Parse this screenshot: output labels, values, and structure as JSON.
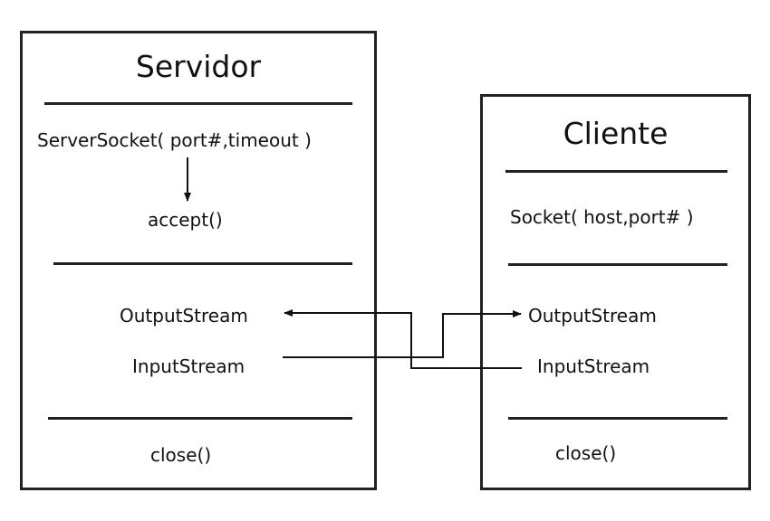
{
  "server": {
    "title": "Servidor",
    "constructor": "ServerSocket( port#,timeout )",
    "accept": "accept()",
    "output": "OutputStream",
    "input": "InputStream",
    "close": "close()"
  },
  "client": {
    "title": "Cliente",
    "constructor": "Socket( host,port# )",
    "output": "OutputStream",
    "input": "InputStream",
    "close": "close()"
  }
}
